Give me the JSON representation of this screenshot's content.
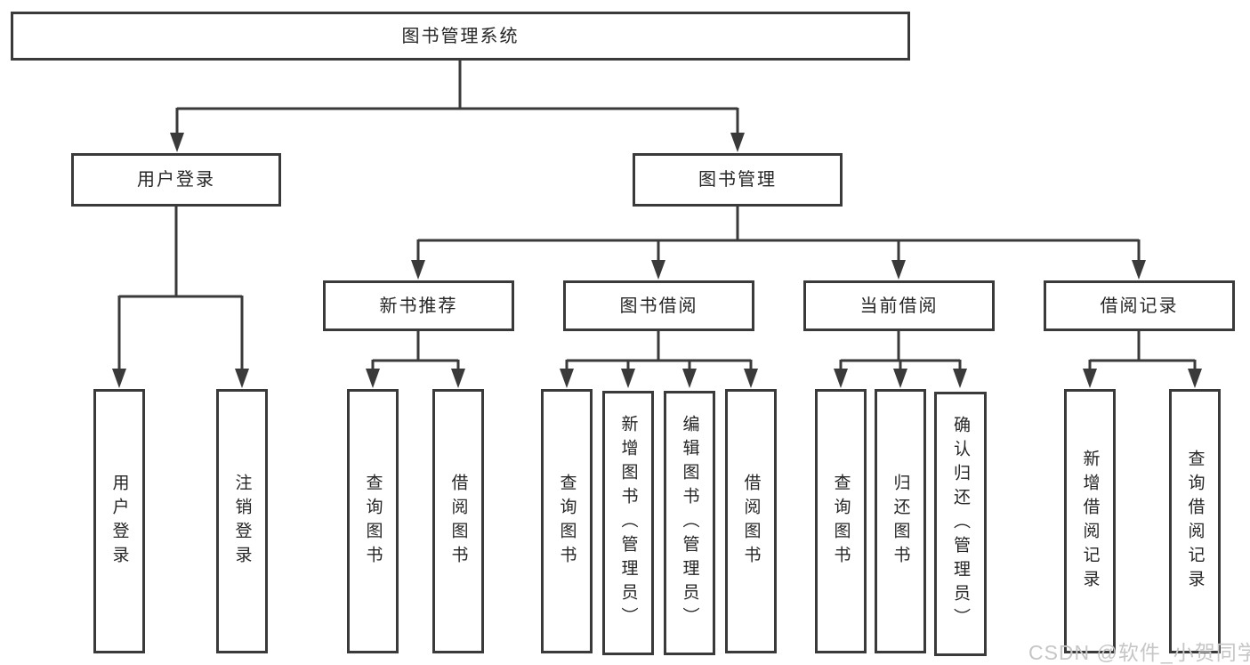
{
  "diagram": {
    "root": {
      "label": "图书管理系统"
    },
    "level2": [
      {
        "id": "user-login-branch",
        "label": "用户登录"
      },
      {
        "id": "book-management-branch",
        "label": "图书管理"
      }
    ],
    "level3": [
      {
        "id": "new-book-recommend",
        "label": "新书推荐"
      },
      {
        "id": "book-borrowing",
        "label": "图书借阅"
      },
      {
        "id": "current-borrowing",
        "label": "当前借阅"
      },
      {
        "id": "borrowing-records",
        "label": "借阅记录"
      }
    ],
    "leaves": [
      {
        "id": "user-login",
        "label": "用户登录"
      },
      {
        "id": "logout",
        "label": "注销登录"
      },
      {
        "id": "recommend-query-books",
        "label": "查询图书"
      },
      {
        "id": "recommend-borrow-books",
        "label": "借阅图书"
      },
      {
        "id": "borrowing-query-books",
        "label": "查询图书"
      },
      {
        "id": "borrowing-add-books-admin",
        "label": "新增图书（管理员）"
      },
      {
        "id": "borrowing-edit-books-admin",
        "label": "编辑图书（管理员）"
      },
      {
        "id": "borrowing-borrow-books",
        "label": "借阅图书"
      },
      {
        "id": "current-query-books",
        "label": "查询图书"
      },
      {
        "id": "current-return-books",
        "label": "归还图书"
      },
      {
        "id": "current-confirm-return-admin",
        "label": "确认归还（管理员）"
      },
      {
        "id": "records-add-record",
        "label": "新增借阅记录"
      },
      {
        "id": "records-query-record",
        "label": "查询借阅记录"
      }
    ]
  },
  "watermark": {
    "text": "CSDN @软件_小贺同学"
  },
  "colors": {
    "line": "#3a3a3a",
    "text": "#262626",
    "background": "#ffffff",
    "watermark": "#c6c6c6"
  }
}
